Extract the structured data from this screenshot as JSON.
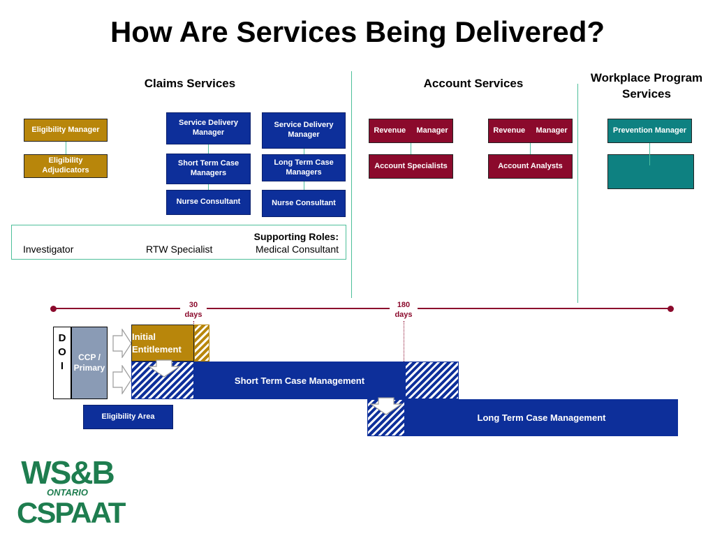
{
  "title": "How Are Services Being Delivered?",
  "sections": {
    "claims": "Claims Services",
    "account": "Account Services",
    "workplace_line1": "Workplace Program",
    "workplace_line2": "Services"
  },
  "claims": {
    "eligibility_manager": "Eligibility Manager",
    "eligibility_adjudicators": "Eligibility Adjudicators",
    "sdm_short": "Service Delivery Manager",
    "short_term_case_managers": "Short Term Case Managers",
    "nurse_consultant_short": "Nurse Consultant",
    "sdm_long": "Service Delivery Manager",
    "long_term_case_managers": "Long Term Case Managers",
    "nurse_consultant_long": "Nurse  Consultant"
  },
  "account": {
    "revenue_manager_1": "Revenue     Manager",
    "account_specialists": "Account Specialists",
    "revenue_manager_2": "Revenue     Manager",
    "account_analysts": "Account Analysts"
  },
  "workplace": {
    "prevention_manager": "Prevention Manager",
    "empty_box": ""
  },
  "supporting": {
    "heading": "Supporting Roles:",
    "investigator": "Investigator",
    "rtw": "RTW Specialist",
    "medical": "Medical Consultant"
  },
  "timeline": {
    "day30_line1": "30",
    "day30_line2": "days",
    "day180_line1": "180",
    "day180_line2": "days"
  },
  "flow": {
    "doi": [
      "D",
      "O",
      "I"
    ],
    "ccp_primary": "CCP / Primary",
    "initial_entitlement": "Initial Entitlement",
    "short_term_case_management": "Short Term Case Management",
    "long_term_case_management": "Long Term Case Management",
    "eligibility_area": "Eligibility Area"
  },
  "logo": {
    "line1": "WS&B",
    "line2": "ONTARIO",
    "line3": "CSPAAT"
  },
  "colors": {
    "gold": "#b8860b",
    "blue": "#0d2f9a",
    "maroon": "#8b0a2c",
    "teal": "#0e8181",
    "logo_green": "#1e7d4f"
  }
}
